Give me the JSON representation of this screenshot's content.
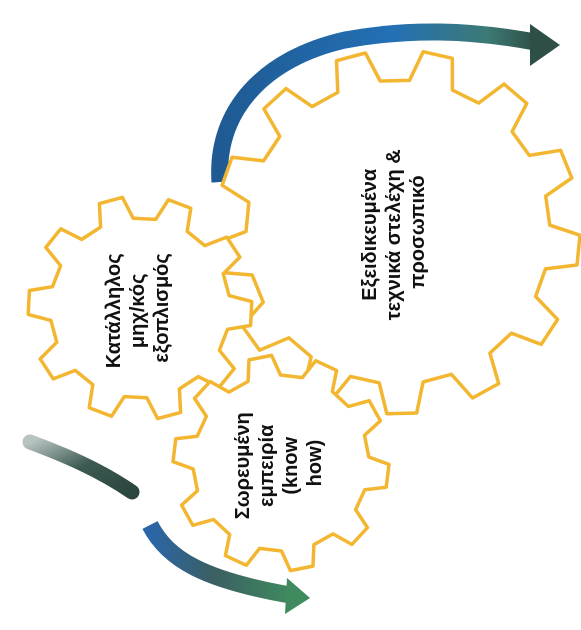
{
  "colors": {
    "gear_outline": "#f2b631",
    "gear_fill": "#ffffff",
    "arrow_blue": "#1f63a8",
    "arrow_dark": "#2f4c45",
    "arrow_green": "#3f7f5d",
    "text": "#111111"
  },
  "gears": [
    {
      "id": "large",
      "lines": [
        "Εξειδικευμένα",
        "τεχνικά στελέχη &",
        "προσωπικό"
      ]
    },
    {
      "id": "left",
      "lines": [
        "Κατάλληλος",
        "μηχ/κός",
        "εξοπλισμός"
      ]
    },
    {
      "id": "bottom",
      "lines": [
        "Σωρευμένη",
        "εμπειρία",
        "(know",
        "how)"
      ]
    }
  ],
  "arrows": [
    {
      "id": "top-arc",
      "icon": "curved-arrow-icon"
    },
    {
      "id": "left-arc",
      "icon": "curved-arrow-icon"
    },
    {
      "id": "bottom-arc",
      "icon": "curved-arrow-icon"
    }
  ]
}
